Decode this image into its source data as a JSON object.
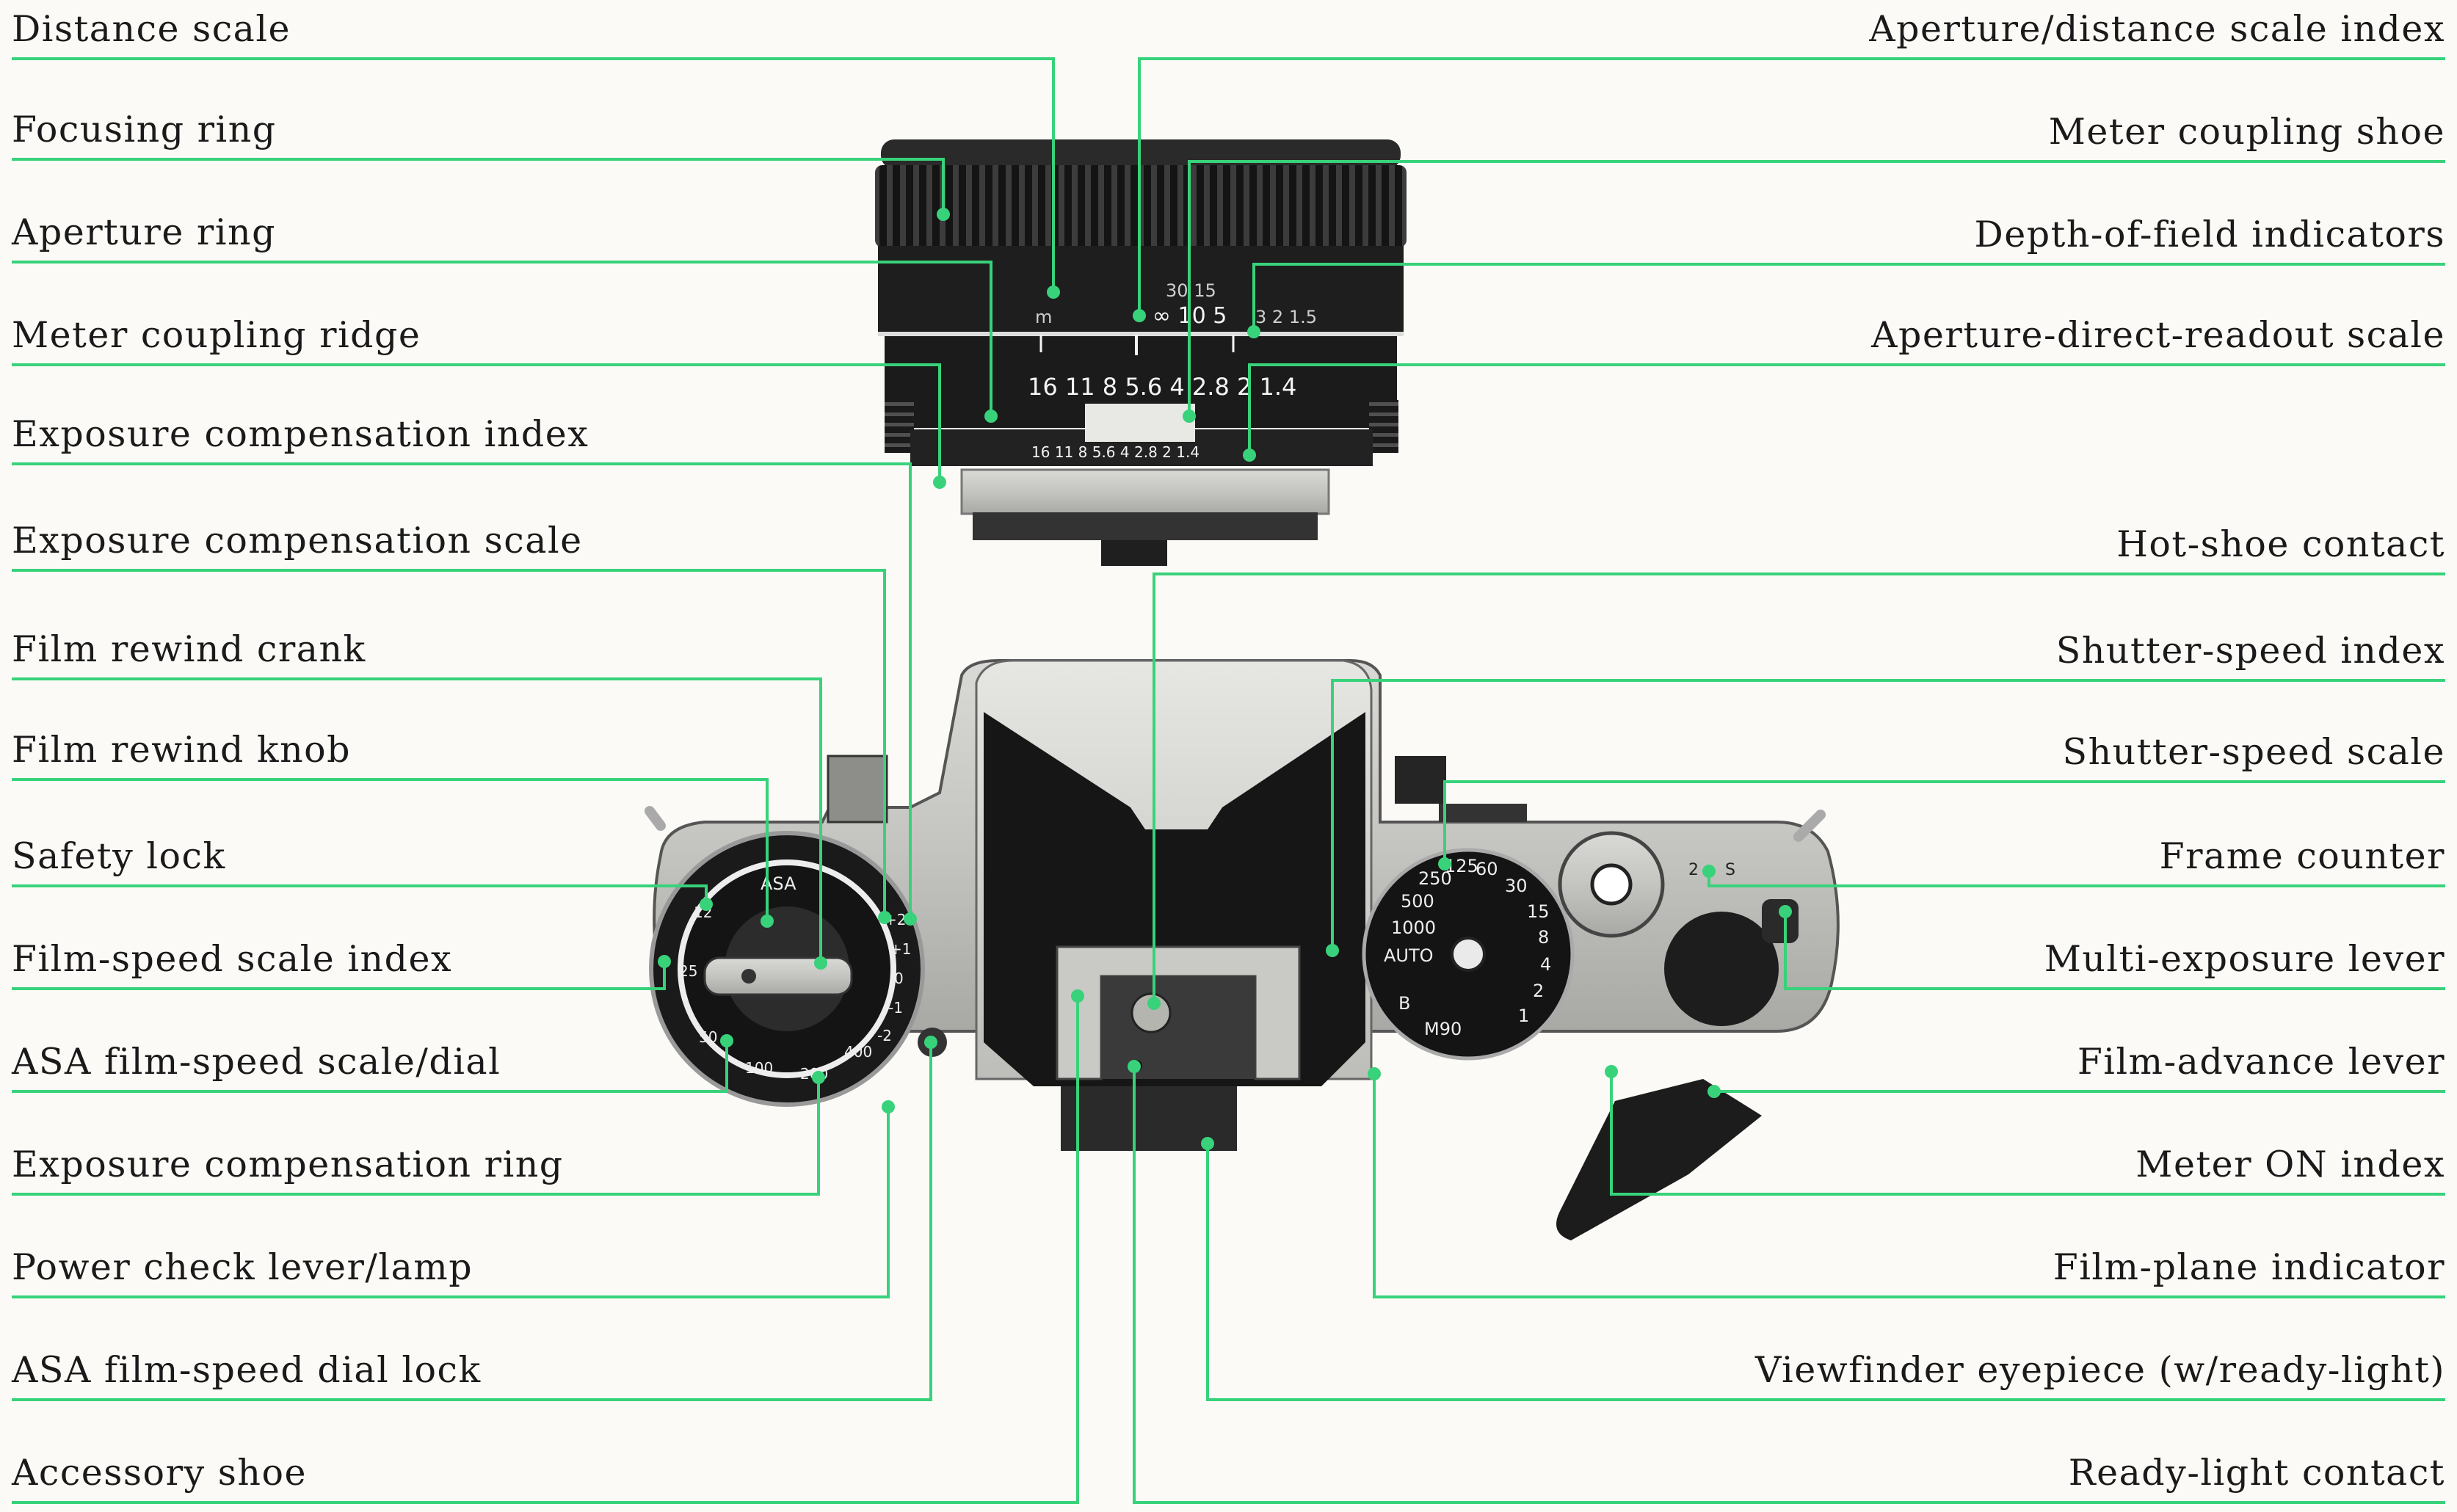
{
  "colors": {
    "leader": "#38d27a",
    "text": "#1a1a1a",
    "paper": "#fbfaf6"
  },
  "labels": {
    "left": [
      "Distance scale",
      "Focusing ring",
      "Aperture ring",
      "Meter coupling ridge",
      "Exposure compensation index",
      "Exposure compensation scale",
      "Film rewind crank",
      "Film rewind knob",
      "Safety lock",
      "Film-speed scale index",
      "ASA film-speed scale/dial",
      "Exposure compensation ring",
      "Power check lever/lamp",
      "ASA film-speed dial lock",
      "Accessory shoe"
    ],
    "right": [
      "Aperture/distance scale index",
      "Meter coupling shoe",
      "Depth-of-field indicators",
      "Aperture-direct-readout scale",
      "Hot-shoe contact",
      "Shutter-speed index",
      "Shutter-speed scale",
      "Frame counter",
      "Multi-exposure lever",
      "Film-advance lever",
      "Meter ON index",
      "Film-plane indicator",
      "Viewfinder eyepiece (w/ready-light)",
      "Ready-light contact"
    ]
  },
  "camera": {
    "distance_scale": [
      "∞",
      "10",
      "5",
      "30",
      "15",
      "3",
      "2",
      "1.5",
      "m"
    ],
    "aperture_scale": [
      "16",
      "11",
      "8",
      "5.6",
      "4",
      "2.8",
      "2",
      "1.4"
    ],
    "adr_scale": [
      "16",
      "11",
      "8",
      "5.6",
      "4",
      "2.8",
      "2",
      "1.4"
    ],
    "shutter_speeds": [
      "AUTO",
      "1000",
      "500",
      "250",
      "125",
      "60",
      "30",
      "15",
      "8",
      "4",
      "2",
      "1",
      "B",
      "M90"
    ],
    "asa_label": "ASA",
    "asa_values": [
      "12",
      "25",
      "50",
      "100",
      "200",
      "400"
    ],
    "comp_values": [
      "+2",
      "+1",
      "0",
      "-1",
      "-2"
    ],
    "counter_marks": [
      "2",
      "S"
    ]
  }
}
